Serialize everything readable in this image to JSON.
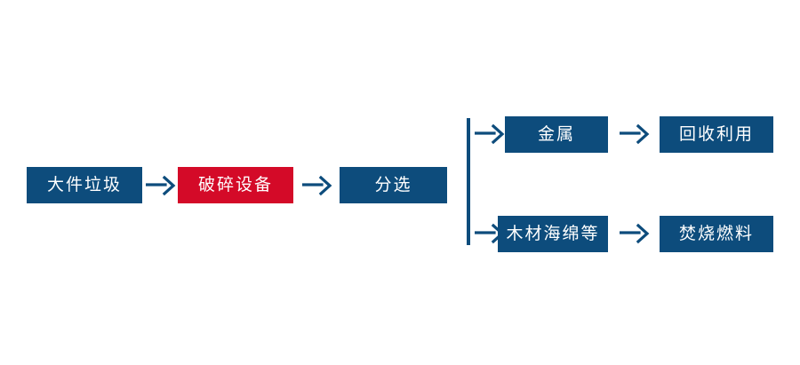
{
  "diagram": {
    "title": "",
    "type": "process-flowchart",
    "background_color": "#ffffff",
    "colors": {
      "primary_blue": "#0d4c7c",
      "highlight_red": "#d40a28",
      "node_text": "#ffffff",
      "connector": "#0d4c7c"
    },
    "nodes": [
      {
        "id": "waste",
        "label": "大件垃圾",
        "color": "#0d4c7c",
        "role": "input"
      },
      {
        "id": "crusher",
        "label": "破碎设备",
        "color": "#d40a28",
        "role": "equipment-highlight"
      },
      {
        "id": "sorting",
        "label": "分选",
        "color": "#0d4c7c",
        "role": "process"
      },
      {
        "id": "metal",
        "label": "金属",
        "color": "#0d4c7c",
        "role": "output-branch-top"
      },
      {
        "id": "recycle",
        "label": "回收利用",
        "color": "#0d4c7c",
        "role": "end-branch-top"
      },
      {
        "id": "wood",
        "label": "木材海绵等",
        "color": "#0d4c7c",
        "role": "output-branch-bottom"
      },
      {
        "id": "fuel",
        "label": "焚烧燃料",
        "color": "#0d4c7c",
        "role": "end-branch-bottom"
      }
    ],
    "connectors": [
      {
        "id": "a1",
        "from": "waste",
        "to": "crusher",
        "glyph": "arrow-right"
      },
      {
        "id": "a2",
        "from": "crusher",
        "to": "sorting",
        "glyph": "arrow-right"
      },
      {
        "id": "a3",
        "from": "sorting",
        "to": "metal",
        "glyph": "arrow-right"
      },
      {
        "id": "a4",
        "from": "metal",
        "to": "recycle",
        "glyph": "arrow-right"
      },
      {
        "id": "a5",
        "from": "sorting",
        "to": "wood",
        "glyph": "arrow-right"
      },
      {
        "id": "a6",
        "from": "wood",
        "to": "fuel",
        "glyph": "arrow-right"
      }
    ],
    "branch_spine": {
      "orientation": "vertical",
      "splits_into": 2
    }
  }
}
